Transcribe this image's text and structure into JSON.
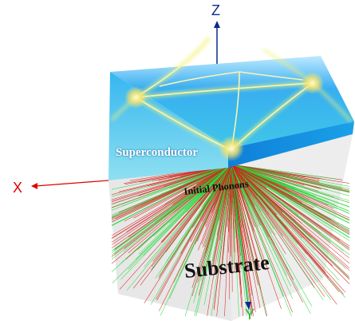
{
  "axes": {
    "x": {
      "label": "X",
      "color": "#e00000"
    },
    "y": {
      "label": "Y",
      "color": "#1db33d"
    },
    "z": {
      "label": "Z",
      "color": "#0b2a8c"
    }
  },
  "labels": {
    "superconductor": "Superconductor",
    "phonons": "Initial Phonons",
    "substrate": "Substrate"
  },
  "colors": {
    "superconductor_top": "#2aa3e6",
    "superconductor_glow": "#f2f27a",
    "substrate_face": "#e6e6e6",
    "phonon_red": "#d81b1b",
    "phonon_green": "#27d83a"
  },
  "phonon_rays": {
    "red_count": 260,
    "green_count": 240
  }
}
